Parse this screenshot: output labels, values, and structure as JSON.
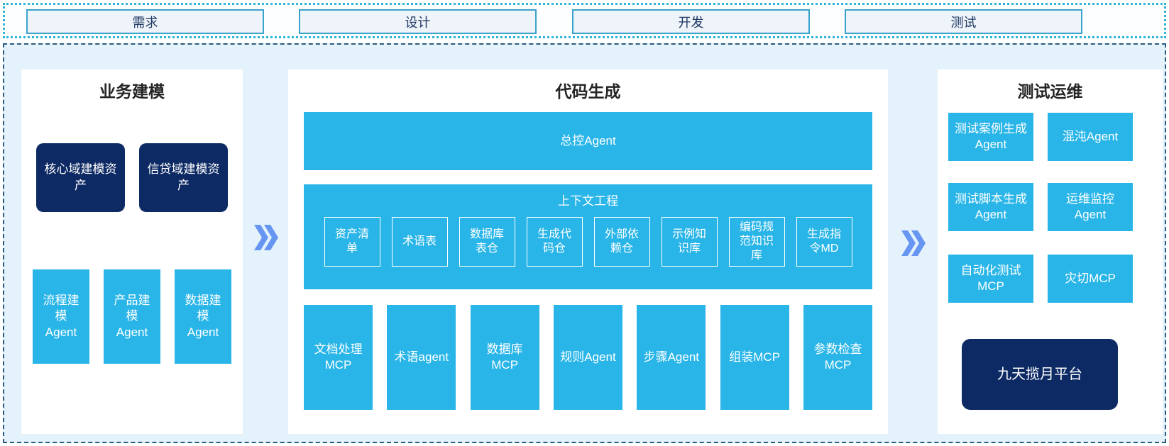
{
  "colors": {
    "cyan": "#29b5e8",
    "navy": "#0d2a64",
    "container_bg": "#e4f2fb",
    "panel_bg": "#ffffff",
    "chevron_blue": "#6695f2",
    "dotted_border": "#2fb3d6",
    "dashed_border": "#2b5b80",
    "phase_box_bg": "#eef4f9",
    "phase_box_border": "#3aa3cb",
    "phase_text": "#1f3864"
  },
  "phases": [
    "需求",
    "设计",
    "开发",
    "测试"
  ],
  "business_modeling": {
    "title": "业务建模",
    "assets": [
      "核心域建模资产",
      "信贷域建模资产"
    ],
    "agents": [
      "流程建模Agent",
      "产品建模Agent",
      "数据建模Agent"
    ]
  },
  "code_generation": {
    "title": "代码生成",
    "master_agent": "总控Agent",
    "context_engineering": {
      "title": "上下文工程",
      "items": [
        "资产清单",
        "术语表",
        "数据库表仓",
        "生成代码仓",
        "外部依赖仓",
        "示例知识库",
        "编码规范知识库",
        "生成指令MD"
      ]
    },
    "tools": [
      "文档处理MCP",
      "术语agent",
      "数据库MCP",
      "规则Agent",
      "步骤Agent",
      "组装MCP",
      "参数检查MCP"
    ]
  },
  "test_ops": {
    "title": "测试运维",
    "boxes": [
      "测试案例生成Agent",
      "混沌Agent",
      "测试脚本生成Agent",
      "运维监控Agent",
      "自动化测试MCP",
      "灾切MCP"
    ],
    "platform": "九天揽月平台"
  }
}
